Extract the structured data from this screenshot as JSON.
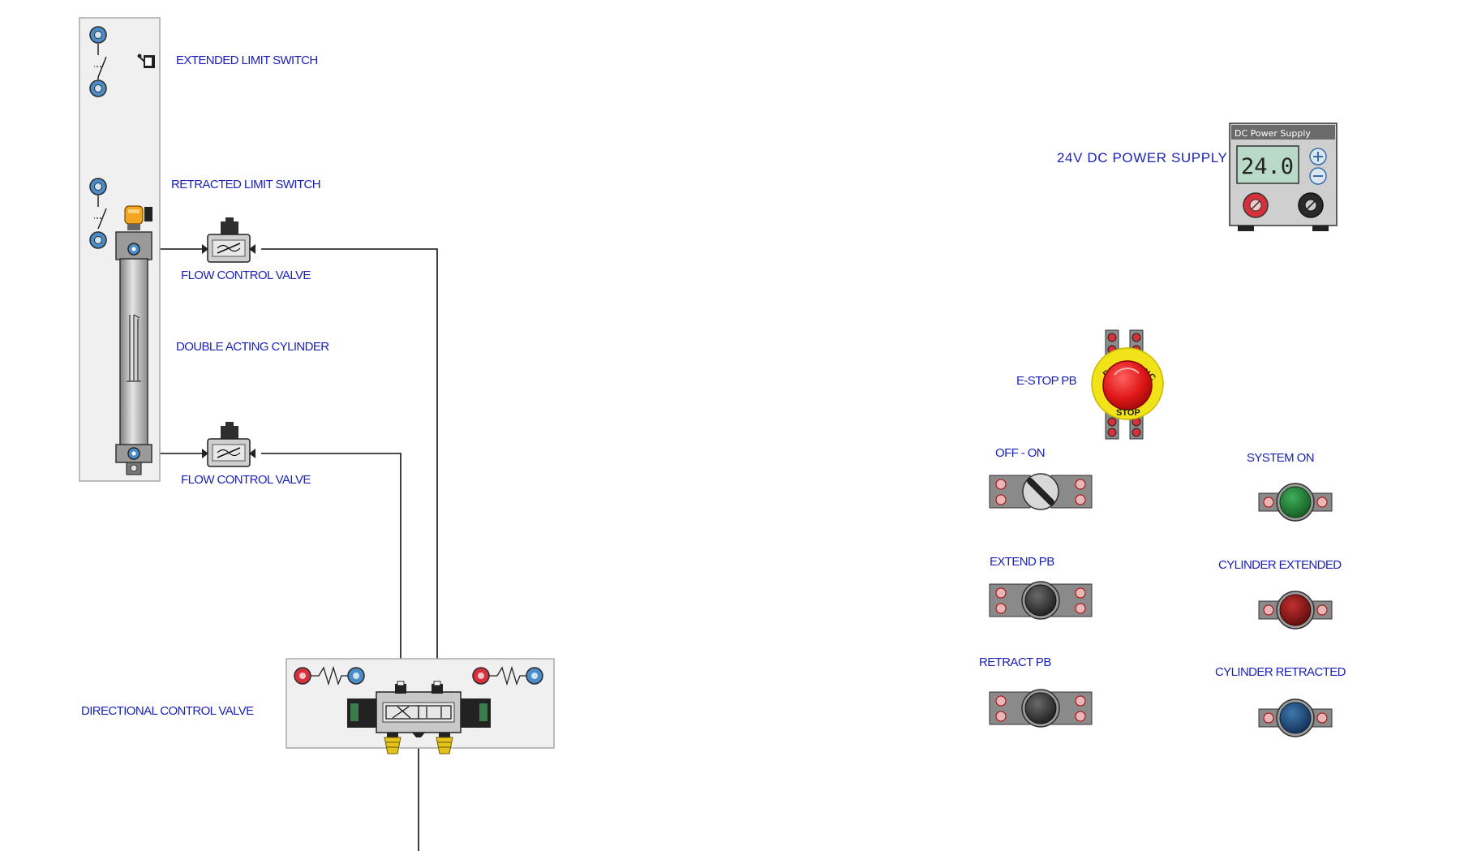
{
  "labels": {
    "extended_limit_switch": "EXTENDED LIMIT SWITCH",
    "retracted_limit_switch": "RETRACTED LIMIT SWITCH",
    "flow_control_valve_top": "FLOW CONTROL VALVE",
    "double_acting_cylinder": "DOUBLE ACTING CYLINDER",
    "flow_control_valve_bottom": "FLOW CONTROL VALVE",
    "directional_control_valve": "DIRECTIONAL CONTROL VALVE",
    "power_supply": "24V DC POWER SUPPLY",
    "estop": "E-STOP PB",
    "off_on": "OFF - ON",
    "system_on": "SYSTEM ON",
    "extend_pb": "EXTEND PB",
    "cylinder_extended": "CYLINDER EXTENDED",
    "retract_pb": "RETRACT PB",
    "cylinder_retracted": "CYLINDER RETRACTED"
  },
  "power_supply": {
    "title": "DC Power Supply",
    "reading": "24.0"
  },
  "estop_button": {
    "top_text": "EMERGENCY",
    "bottom_text": "STOP"
  },
  "colors": {
    "label": "#1b22b8",
    "lamp_system_on": "#1f7a34",
    "lamp_cylinder_extended": "#8a1515",
    "lamp_cylinder_retracted": "#1d4a78",
    "estop_red": "#e01818",
    "estop_ring": "#f2e21a"
  }
}
